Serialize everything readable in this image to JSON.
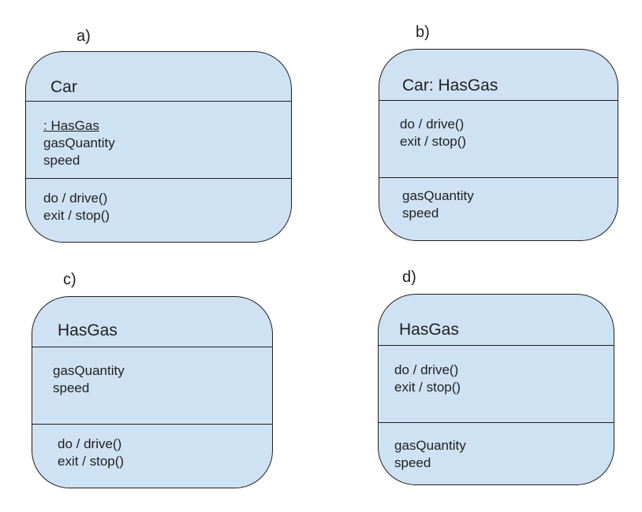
{
  "diagrams": [
    {
      "label": "a)",
      "title": "Car",
      "section1": [
        ": HasGas",
        "gasQuantity",
        "speed"
      ],
      "section2": [
        "do / drive()",
        "exit / stop()"
      ]
    },
    {
      "label": "b)",
      "title": "Car: HasGas",
      "section1": [
        "do / drive()",
        "exit / stop()"
      ],
      "section2": [
        "gasQuantity",
        "speed"
      ]
    },
    {
      "label": "c)",
      "title": "HasGas",
      "section1": [
        "gasQuantity",
        "speed"
      ],
      "section2": [
        "do / drive()",
        "exit / stop()"
      ]
    },
    {
      "label": "d)",
      "title": "HasGas",
      "section1": [
        "do / drive()",
        "exit / stop()"
      ],
      "section2": [
        "gasQuantity",
        "speed"
      ]
    }
  ]
}
